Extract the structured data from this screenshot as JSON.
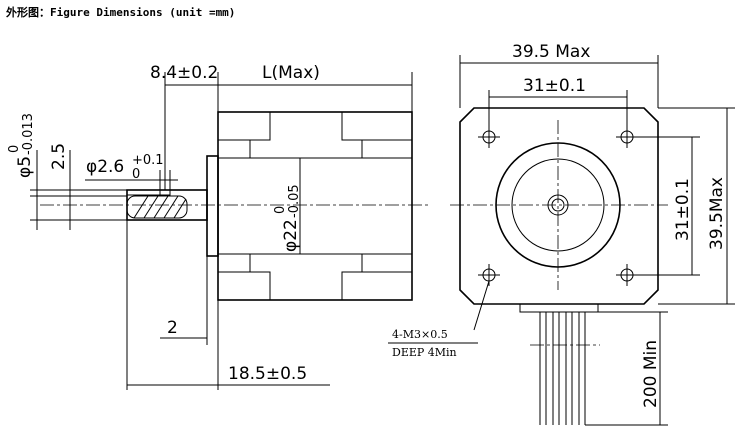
{
  "header": {
    "title": "外形图：Figure Dimensions (unit =mm)"
  },
  "side_view": {
    "shaft_dia": "φ5",
    "shaft_tol_upper": "0",
    "shaft_tol_lower": "-0.013",
    "flat_depth": "2.5",
    "flat_dia": "φ2.6",
    "flat_tol_upper": "+0.1",
    "flat_tol_lower": "0",
    "shaft_len": "8.4±0.2",
    "body_len": "L(Max)",
    "boss_dia": "φ22",
    "boss_tol_upper": "0",
    "boss_tol_lower": "-0.05",
    "boss_height": "2",
    "total_len": "18.5±0.5"
  },
  "front_view": {
    "width": "39.5 Max",
    "hole_spacing_h": "31±0.1",
    "hole_spacing_v": "31±0.1",
    "height": "39.5Max",
    "thread_spec": "4-M3×0.5",
    "thread_depth": "DEEP 4Min",
    "lead_length": "200 Min"
  }
}
